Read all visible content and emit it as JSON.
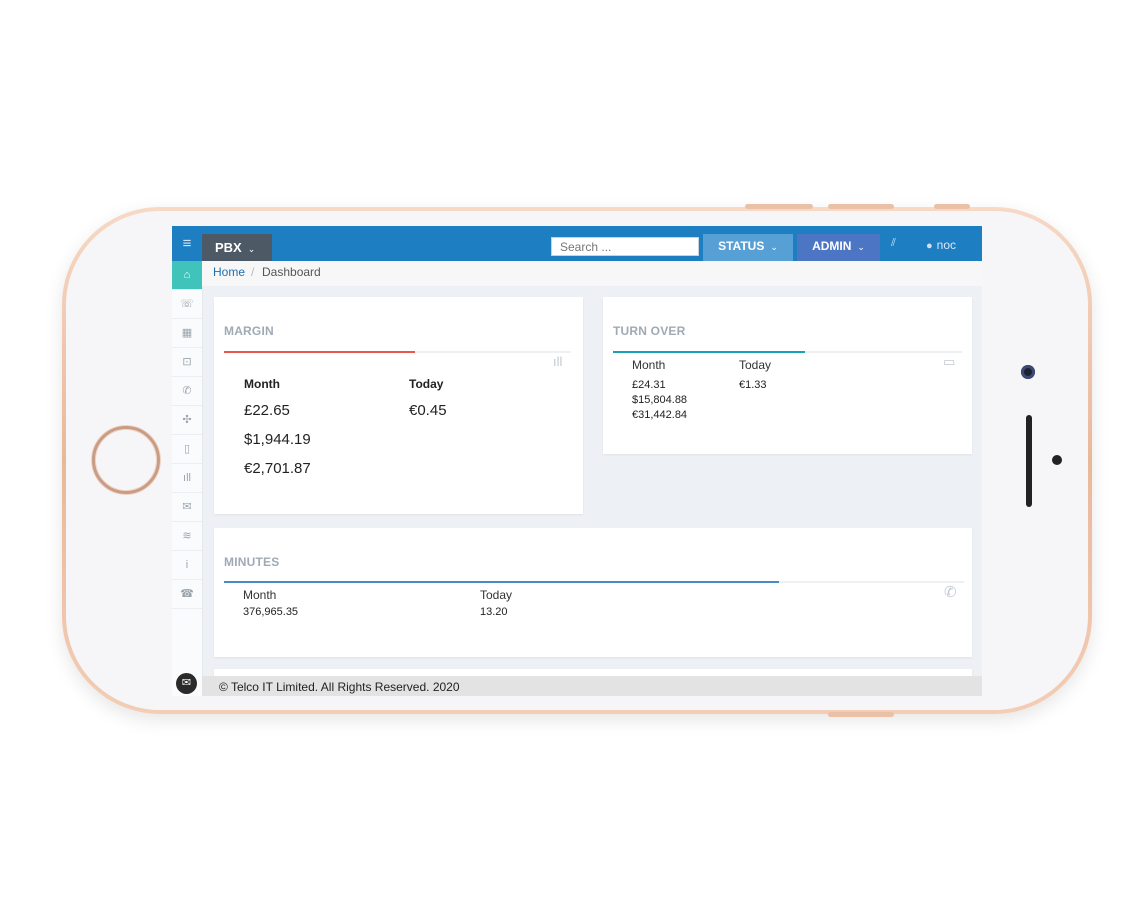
{
  "topbar": {
    "pbx_label": "PBX",
    "search_placeholder": "Search ...",
    "status_label": "STATUS",
    "admin_label": "ADMIN",
    "user_name": "noc"
  },
  "sidebar": {
    "items": [
      {
        "icon": "home-icon",
        "glyph": "⌂",
        "active": true
      },
      {
        "icon": "wifi-call-icon",
        "glyph": "☏"
      },
      {
        "icon": "building-icon",
        "glyph": "▦"
      },
      {
        "icon": "fax-icon",
        "glyph": "⊡"
      },
      {
        "icon": "phone-icon",
        "glyph": "✆"
      },
      {
        "icon": "puzzle-icon",
        "glyph": "✣"
      },
      {
        "icon": "mobile-icon",
        "glyph": "▯"
      },
      {
        "icon": "bar-chart-icon",
        "glyph": "ıll"
      },
      {
        "icon": "envelope-icon",
        "glyph": "✉"
      },
      {
        "icon": "rss-icon",
        "glyph": "≋"
      },
      {
        "icon": "info-icon",
        "glyph": "i"
      },
      {
        "icon": "old-phone-icon",
        "glyph": "☎"
      }
    ]
  },
  "breadcrumb": {
    "home": "Home",
    "separator": "/",
    "current": "Dashboard"
  },
  "margin_card": {
    "title": "MARGIN",
    "bar_color": "#e6584b",
    "bar_fraction": 0.55,
    "month_label": "Month",
    "today_label": "Today",
    "month_values": [
      "£22.65",
      "$1,944.19",
      "€2,701.87"
    ],
    "today_values": [
      "€0.45"
    ]
  },
  "turnover_card": {
    "title": "TURN OVER",
    "bar_color": "#17a2b8",
    "bar_fraction": 0.55,
    "month_label": "Month",
    "today_label": "Today",
    "month_values": [
      "£24.31",
      "$15,804.88",
      "€31,442.84"
    ],
    "today_values": [
      "€1.33"
    ]
  },
  "minutes_card": {
    "title": "MINUTES",
    "bar_color": "#4a89c8",
    "bar_fraction": 0.75,
    "month_label": "Month",
    "today_label": "Today",
    "month_value": "376,965.35",
    "today_value": "13.20"
  },
  "footer": {
    "text": "© Telco IT Limited. All Rights Reserved. 2020"
  },
  "colors": {
    "topbar": "#1d7fc2",
    "pbx_button": "#4d5965",
    "status_button": "#57a0d6",
    "admin_button": "#4c76c4",
    "sidebar_active": "#3fc3bb"
  }
}
